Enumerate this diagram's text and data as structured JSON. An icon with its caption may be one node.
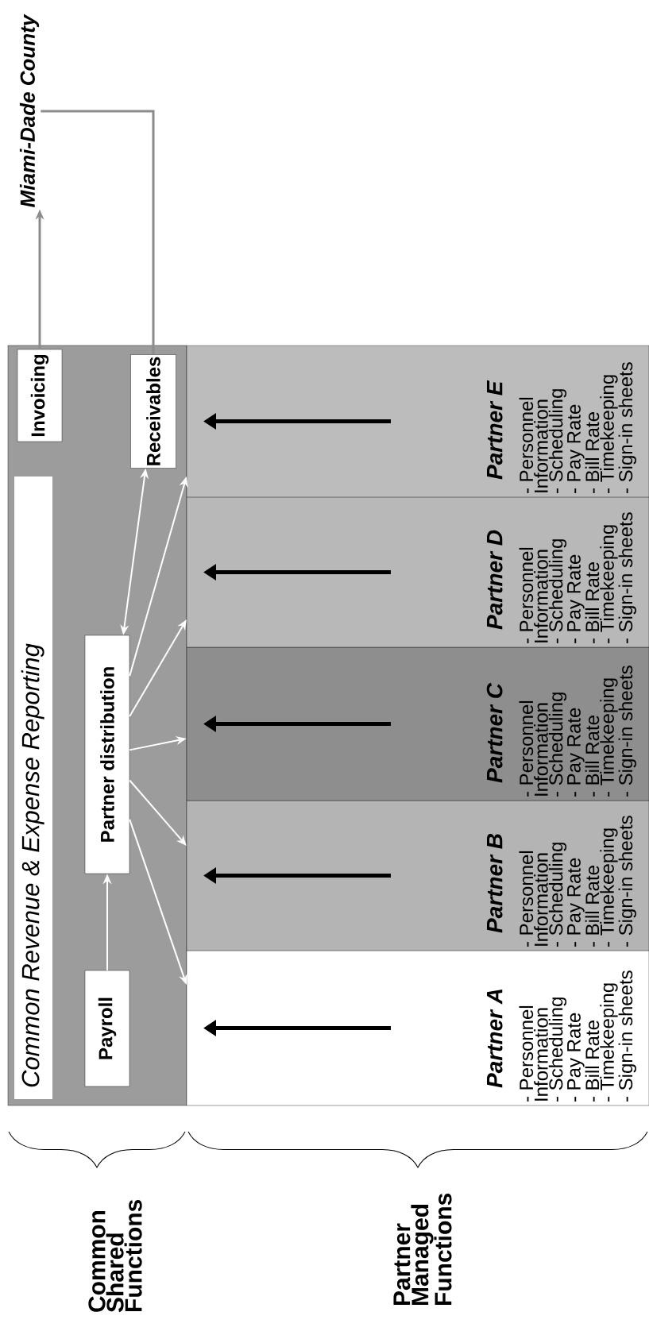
{
  "diagram": {
    "nodes": [
      {
        "text": [
          "Common Revenue & Expense Reporting"
        ]
      },
      {
        "text": [
          "Invoicing"
        ],
        "in": 0
      },
      {
        "text": [
          "Payroll"
        ],
        "in": 0
      },
      {
        "text": [
          "Partner distribution"
        ],
        "in": 0
      },
      {
        "text": [
          "Receivables"
        ],
        "in": 0
      },
      {
        "text": [
          "Partner A",
          "- Personnel Information",
          "- Scheduling",
          "- Pay Rate",
          "- Bill Rate",
          "- Timekeeping",
          "- Sign-in sheets"
        ]
      },
      {
        "text": [
          "Partner B",
          "- Personnel Information",
          "- Scheduling",
          "- Pay Rate",
          "- Bill Rate",
          "- Timekeeping",
          "- Sign-in sheets"
        ]
      },
      {
        "text": [
          "Partner C",
          "- Personnel Information",
          "- Scheduling",
          "- Pay Rate",
          "- Bill Rate",
          "- Timekeeping",
          "- Sign-in sheets"
        ]
      },
      {
        "text": [
          "Partner D",
          "- Personnel Information",
          "- Scheduling",
          "- Pay Rate",
          "- Bill Rate",
          "- Timekeeping",
          "- Sign-in sheets"
        ]
      },
      {
        "text": [
          "Partner E",
          "- Personnel Information",
          "- Scheduling",
          "- Pay Rate",
          "- Bill Rate",
          "- Timekeeping",
          "- Sign-in sheets"
        ]
      },
      {
        "text": [
          "Miami-Dade County"
        ]
      }
    ],
    "edges": [
      {
        "from": 2,
        "to": 3,
        "arrow": "to"
      },
      {
        "from": 3,
        "to": 4,
        "arrow": "both"
      },
      {
        "from": 3,
        "to": 5,
        "arrow": "to"
      },
      {
        "from": 3,
        "to": 6,
        "arrow": "to"
      },
      {
        "from": 3,
        "to": 7,
        "arrow": "to"
      },
      {
        "from": 3,
        "to": 8,
        "arrow": "to"
      },
      {
        "from": 3,
        "to": 9,
        "arrow": "to"
      },
      {
        "from": 1,
        "to": 10,
        "arrow": "to",
        "color": "#8c8c8c"
      },
      {
        "from": 4,
        "to": 10,
        "arrow": "none",
        "color": "#8c8c8c"
      }
    ],
    "labels": [
      "Common Shared Functions",
      "Partner Managed Functions"
    ]
  }
}
